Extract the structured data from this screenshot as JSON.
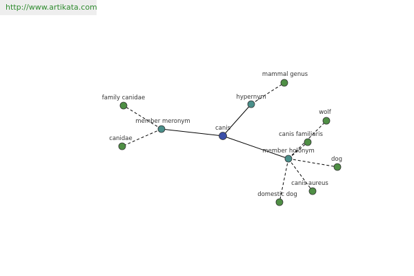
{
  "header": {
    "source_url": "http://www.artikata.com"
  },
  "colors": {
    "center": "#3b4fa8",
    "relation": "#4a8f8a",
    "leaf": "#4f8f45",
    "source_link": "#2e8b2e"
  },
  "graph": {
    "nodes": [
      {
        "id": "canis",
        "label": "canis",
        "kind": "center"
      },
      {
        "id": "hypernym",
        "label": "hypernym",
        "kind": "relation"
      },
      {
        "id": "member_meronym",
        "label": "member meronym",
        "kind": "relation"
      },
      {
        "id": "member_holonym",
        "label": "member holonym",
        "kind": "relation"
      },
      {
        "id": "mammal_genus",
        "label": "mammal genus",
        "kind": "leaf"
      },
      {
        "id": "family_canidae",
        "label": "family canidae",
        "kind": "leaf"
      },
      {
        "id": "canidae",
        "label": "canidae",
        "kind": "leaf"
      },
      {
        "id": "wolf",
        "label": "wolf",
        "kind": "leaf"
      },
      {
        "id": "canis_familiaris",
        "label": "canis familiaris",
        "kind": "leaf"
      },
      {
        "id": "dog",
        "label": "dog",
        "kind": "leaf"
      },
      {
        "id": "canis_aureus",
        "label": "canis aureus",
        "kind": "leaf"
      },
      {
        "id": "domestic_dog",
        "label": "domestic dog",
        "kind": "leaf"
      }
    ],
    "edges": [
      {
        "from": "canis",
        "to": "hypernym",
        "style": "solid"
      },
      {
        "from": "canis",
        "to": "member_meronym",
        "style": "solid"
      },
      {
        "from": "canis",
        "to": "member_holonym",
        "style": "solid"
      },
      {
        "from": "hypernym",
        "to": "mammal_genus",
        "style": "dashed"
      },
      {
        "from": "member_meronym",
        "to": "family_canidae",
        "style": "dashed"
      },
      {
        "from": "member_meronym",
        "to": "canidae",
        "style": "dashed"
      },
      {
        "from": "member_holonym",
        "to": "wolf",
        "style": "dashed"
      },
      {
        "from": "member_holonym",
        "to": "canis_familiaris",
        "style": "dashed"
      },
      {
        "from": "member_holonym",
        "to": "dog",
        "style": "dashed"
      },
      {
        "from": "member_holonym",
        "to": "canis_aureus",
        "style": "dashed"
      },
      {
        "from": "member_holonym",
        "to": "domestic_dog",
        "style": "dashed"
      }
    ]
  }
}
